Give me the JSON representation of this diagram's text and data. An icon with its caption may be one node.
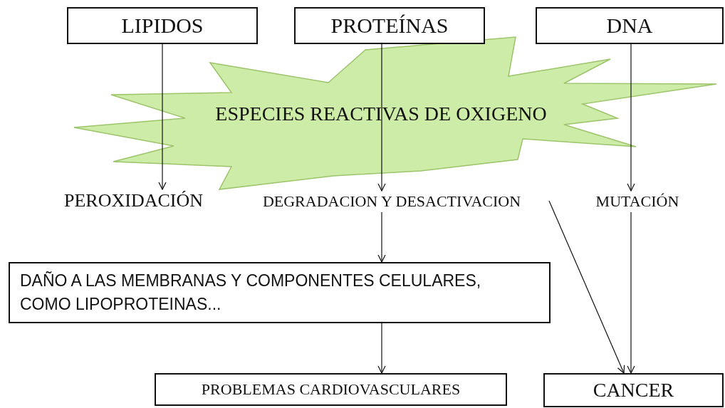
{
  "diagram": {
    "nodes": [
      {
        "text": [
          "LIPIDOS"
        ]
      },
      {
        "text": [
          "PROTEÍNAS"
        ]
      },
      {
        "text": [
          "DNA"
        ]
      },
      {
        "text": [
          "ESPECIES REACTIVAS DE OXIGENO"
        ]
      },
      {
        "text": [
          "PEROXIDACIÓN"
        ]
      },
      {
        "text": [
          "DEGRADACION Y DESACTIVACION"
        ]
      },
      {
        "text": [
          "MUTACIÓN"
        ]
      },
      {
        "text": [
          "DAÑO A LAS MEMBRANAS Y COMPONENTES CELULARES, COMO LIPOPROTEINAS..."
        ]
      },
      {
        "text": [
          "PROBLEMAS CARDIOVASCULARES"
        ]
      },
      {
        "text": [
          "CANCER"
        ]
      }
    ],
    "edges": [
      {
        "from": 0,
        "to": 4,
        "arrow": "to"
      },
      {
        "from": 1,
        "to": 5,
        "arrow": "to"
      },
      {
        "from": 2,
        "to": 6,
        "arrow": "to"
      },
      {
        "from": 5,
        "to": 7,
        "arrow": "to"
      },
      {
        "from": 7,
        "to": 8,
        "arrow": "to"
      },
      {
        "from": 5,
        "to": 9,
        "arrow": "to"
      },
      {
        "from": 6,
        "to": 9,
        "arrow": "to"
      }
    ]
  }
}
